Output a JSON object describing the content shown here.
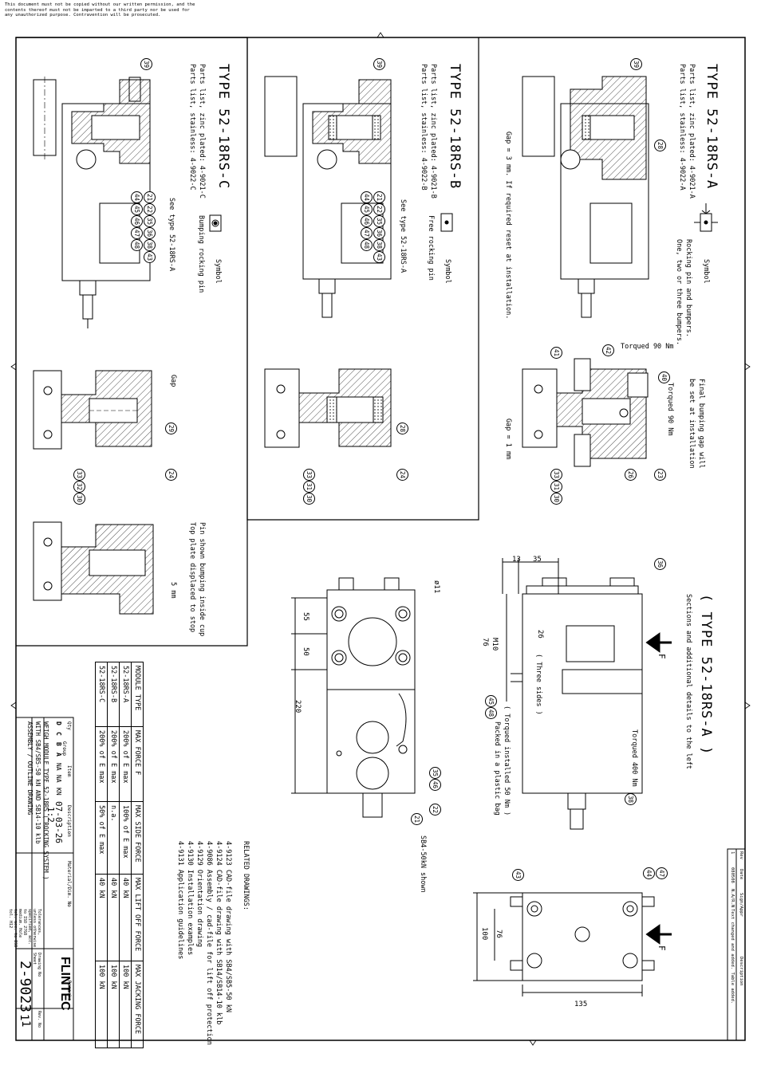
{
  "notice": "This document must not be copied without our written permission, and the contents thereof must not be imparted to a third party nor be used for any unauthorized purpose. Contravention will be prosecuted.",
  "type_a": {
    "title": "TYPE 52-18RS-A",
    "parts_zinc": "Parts list, zinc plated: 4-9021-A",
    "parts_stainless": "Parts list, stainless: 4-9022-A",
    "symbol_label": "Symbol",
    "symbol_desc": "Rocking pin and bumpers.",
    "symbol_desc2": "One, two or three bumpers.",
    "gap_note": "Gap = 3 mm. If required reset at installation.",
    "torque_top": "Torqued 90 Nm",
    "torque_side": "Torqued 90 Nm",
    "bump_note1": "Final bumping gap will",
    "bump_note2": "be set at installation",
    "gap1": "Gap = 1 mm",
    "balloons_main": [
      "39",
      "28"
    ],
    "balloons_detail": [
      "41",
      "42",
      "40",
      "33",
      "31",
      "30",
      "26",
      "23"
    ]
  },
  "type_b": {
    "title": "TYPE 52-18RS-B",
    "parts_zinc": "Parts list, zinc plated: 4-9021-B",
    "parts_stainless": "Parts list, stainless: 4-9022-B",
    "see_type": "See type 52-18RS-A",
    "symbol_label": "Symbol",
    "symbol_desc": "Free rocking pin",
    "balloons_ref_row1": [
      "21",
      "22",
      "35",
      "36",
      "38",
      "43"
    ],
    "balloons_ref_row2": [
      "44",
      "45",
      "46",
      "47",
      "48"
    ],
    "balloons_main": [
      "39"
    ],
    "balloons_detail": [
      "28",
      "33",
      "31",
      "30",
      "24"
    ]
  },
  "type_c": {
    "title": "TYPE 52-18RS-C",
    "parts_zinc": "Parts list, zinc plated: 4-9021-C",
    "parts_stainless": "Parts list, stainless: 4-9022-C",
    "see_type": "See type 52-18RS-A",
    "symbol_label": "Symbol",
    "symbol_desc": "Bumping rocking pin",
    "gap": "Gap",
    "pin_note1": "Pin shown bumping inside cup",
    "pin_note2": "Top plate displaced to stop",
    "dim_5mm": "5 mm",
    "balloons_ref_row1": [
      "21",
      "22",
      "35",
      "36",
      "38",
      "43"
    ],
    "balloons_ref_row2": [
      "44",
      "45",
      "46",
      "47",
      "48"
    ],
    "balloons_main": [
      "39"
    ],
    "balloons_detail": [
      "29",
      "33",
      "32",
      "30",
      "24"
    ]
  },
  "sections": {
    "title": "( TYPE 52-18RS-A )",
    "subtitle": "Sections and additional details to the left",
    "dims": [
      "13",
      "35",
      "26",
      "M10",
      "76"
    ],
    "three_sides": "( Three sides )",
    "torque_50": "( Torqued installed 50 Nm )",
    "packed": "Packed in a plastic bag",
    "torque_400": "Torqued 400 Nm",
    "force": "F",
    "balloons": [
      "36",
      "45",
      "48",
      "38"
    ]
  },
  "top_view": {
    "dims": [
      "55",
      "50",
      "220",
      "ø11"
    ],
    "balloons": [
      "35",
      "46",
      "22",
      "21"
    ],
    "note": "SB4-50kN shown"
  },
  "end_view": {
    "dims": [
      "100",
      "76",
      "135"
    ],
    "force": "F",
    "balloons": [
      "43",
      "47",
      "44"
    ]
  },
  "related": {
    "title": "RELATED DRAWINGS:",
    "items": [
      "4-9123  CAD-file drawing with SB4/SB5-50 kN",
      "4-9124  CAD-file drawing with SB14/SB14-10 klb",
      "4-9086  Assembly / cad-file for lift off protection",
      "4-9129  Orientation drawing",
      "4-9130  Installation examples",
      "4-9131  Application guidelines"
    ]
  },
  "module_table": {
    "headers": [
      "MODULE TYPE",
      "MAX FORCE  F",
      "MAX SIDE FORCE",
      "MAX LIFT OFF FORCE",
      "MAX JACKING FORCE"
    ],
    "rows": [
      [
        "52-18RS-A",
        "200% of E max",
        "100% of E max",
        "40 kN",
        "100 kN"
      ],
      [
        "52-18RS-B",
        "200% of E max",
        "n.a.",
        "40 kN",
        "100 kN"
      ],
      [
        "52-18RS-C",
        "200% of E max",
        "50% of E max",
        "40 kN",
        "100 kN"
      ]
    ]
  },
  "title_block": {
    "company": "FLINTEC",
    "qty_header": "Qty",
    "group_header": "Group",
    "group_letters": [
      "D",
      "C",
      "B",
      "A"
    ],
    "item": "Item",
    "item_values": [
      "NA",
      "NA",
      "KN"
    ],
    "descr": "Description",
    "date": "07-03-26",
    "scale": "1:2",
    "title1": "WEIGH MODULE TYPE 52-18RS  ( ROCKING SYSTEM )",
    "title2": "WITH SB4/SB5-50 kN AND SB14-10 klb",
    "title3": "ASSEMBLY / OUTLINE DRAWING",
    "material": "Material/Dim. No",
    "tolerances": "Tolerances, unless otherwise specified, acc. to ISO 2768 medium. Hole tol. acc. to ISO tol. H12",
    "remarks": "Remarks",
    "drawing_no_label": "Drawing No",
    "drawing_no": "2-9023",
    "sheet_label": "Sheet",
    "sheet": "1",
    "rev_label": "Rev. No",
    "rev": "1"
  },
  "revision": {
    "headers": [
      "Rev",
      "Date",
      "Sign/Appr",
      "Description"
    ],
    "row": [
      "1",
      "080508",
      "N.A/R.N",
      "Text changed and added. Table added."
    ]
  }
}
